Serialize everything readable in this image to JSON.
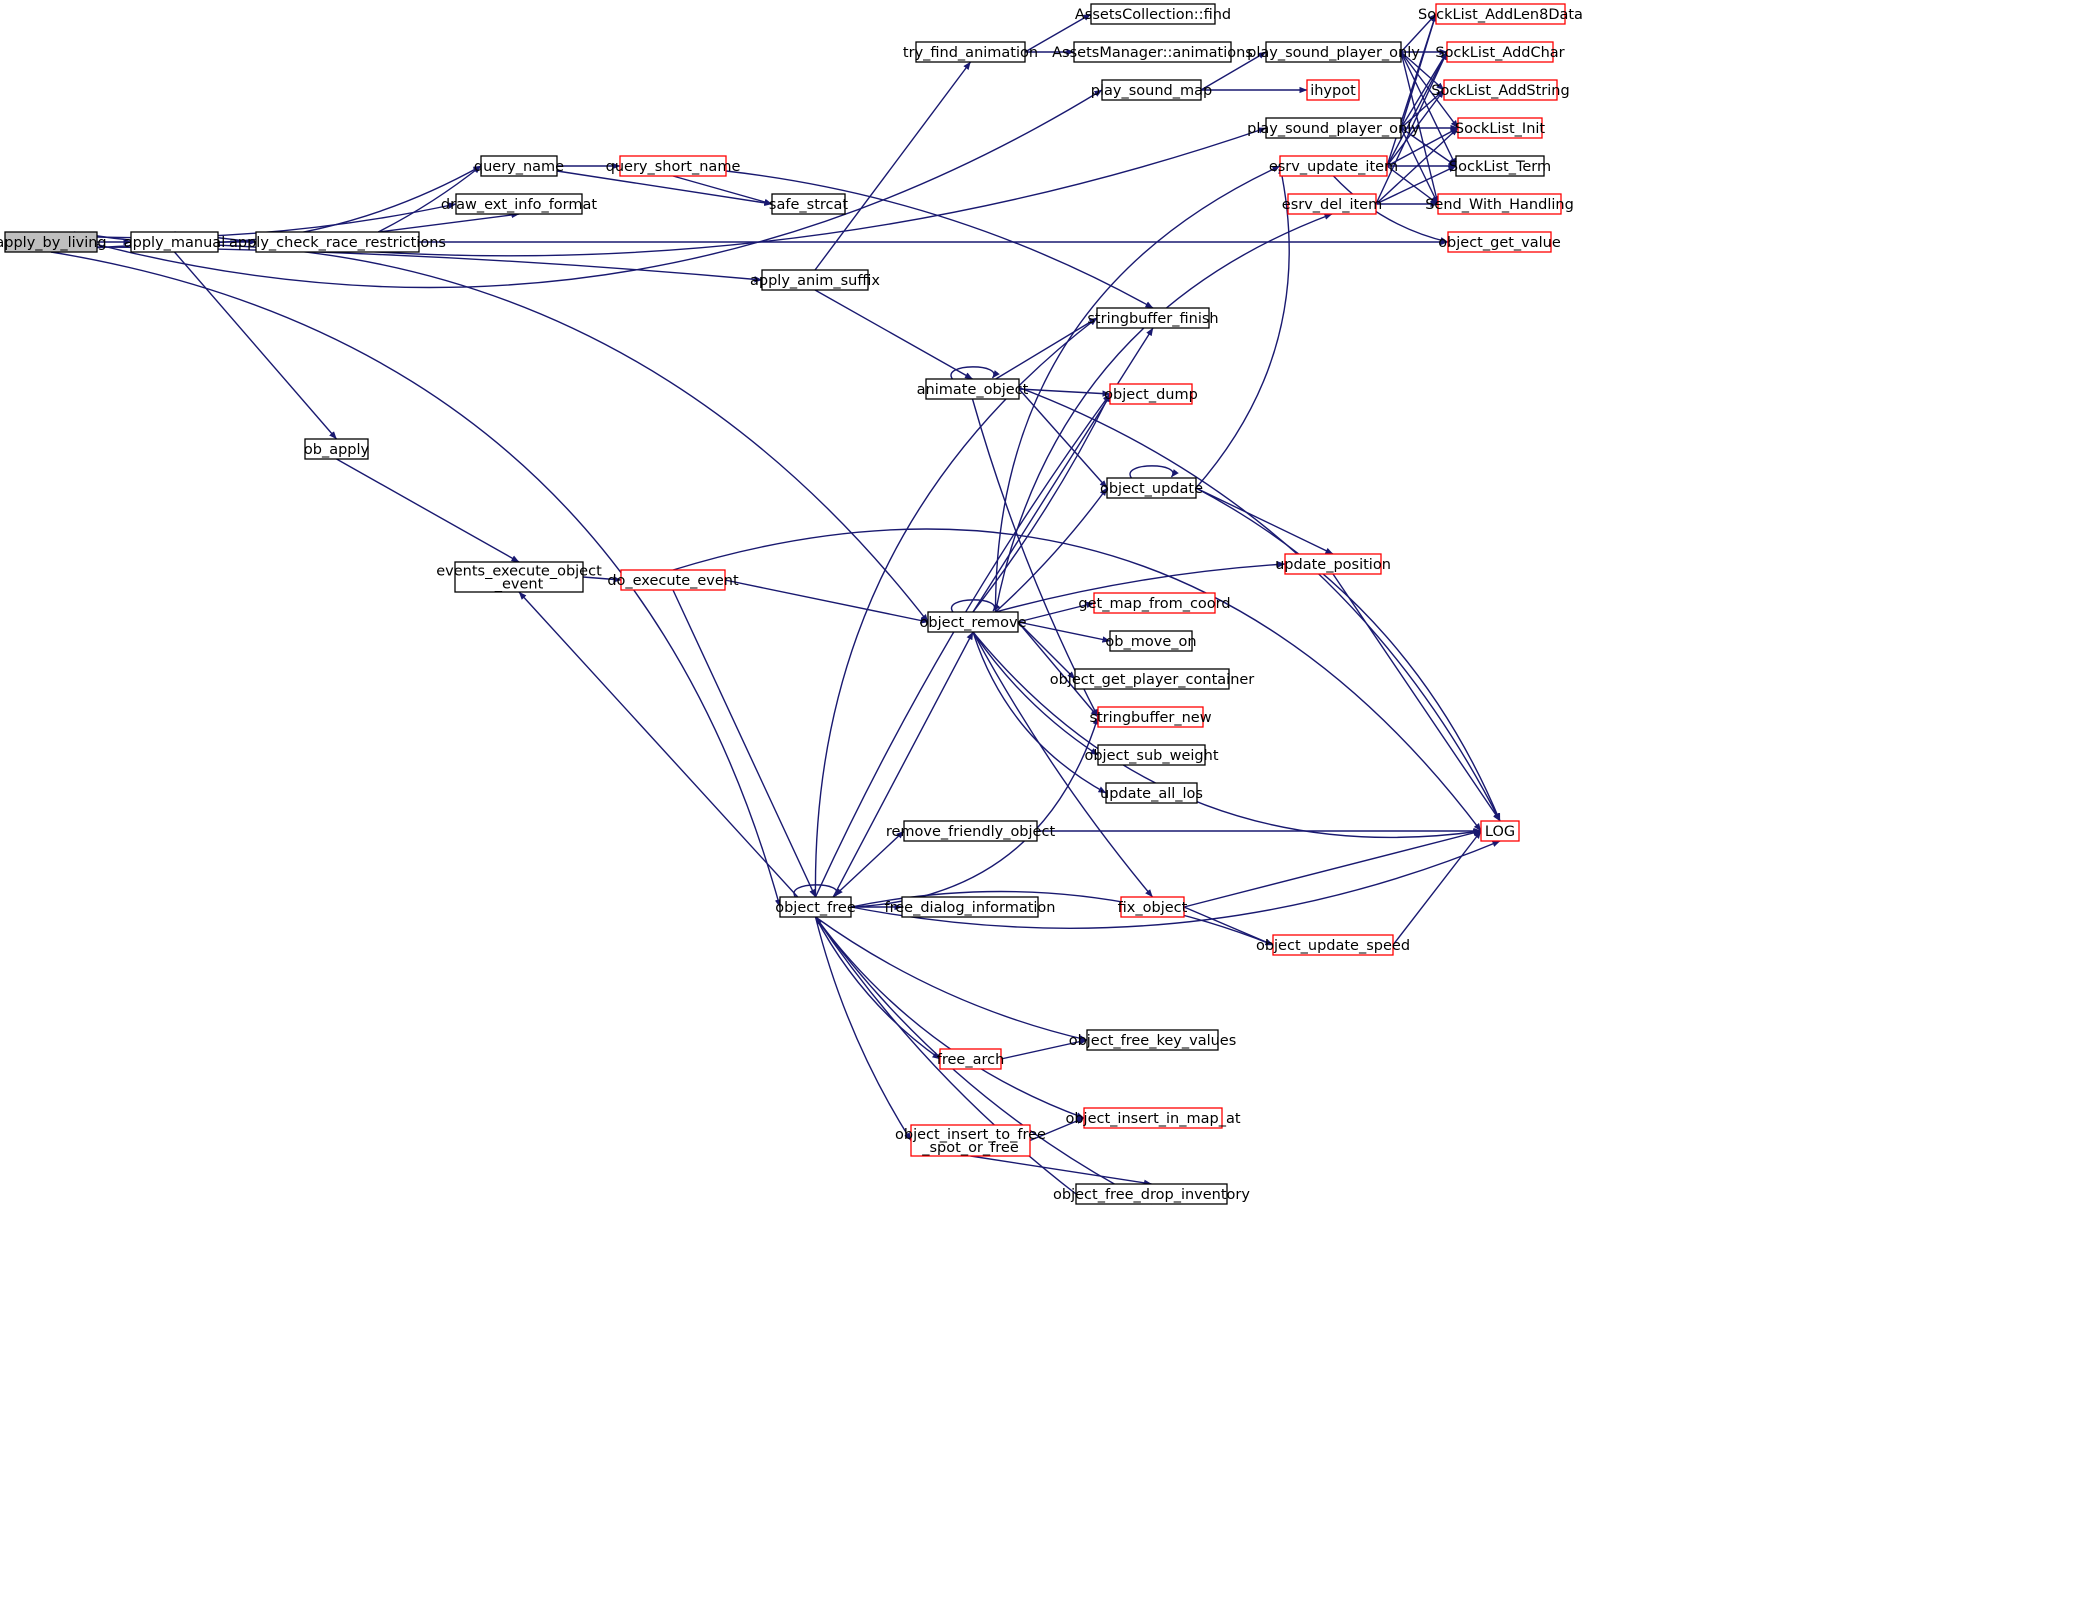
{
  "colors": {
    "edge": "#191970",
    "node_border_default": "#000000",
    "node_border_truncated": "#ff0000",
    "node_fill_root": "#bfbfbf",
    "node_fill": "#ffffff"
  },
  "nodes": [
    {
      "id": "apply_by_living",
      "lines": [
        "apply_by_living"
      ],
      "style": "root"
    },
    {
      "id": "apply_manual",
      "lines": [
        "apply_manual"
      ],
      "style": "normal"
    },
    {
      "id": "apply_check_race_restrictions",
      "lines": [
        "apply_check_race_restrictions"
      ],
      "style": "normal"
    },
    {
      "id": "query_name",
      "lines": [
        "query_name"
      ],
      "style": "normal"
    },
    {
      "id": "query_short_name",
      "lines": [
        "query_short_name"
      ],
      "style": "truncated"
    },
    {
      "id": "safe_strcat",
      "lines": [
        "safe_strcat"
      ],
      "style": "normal"
    },
    {
      "id": "draw_ext_info_format",
      "lines": [
        "draw_ext_info_format"
      ],
      "style": "normal"
    },
    {
      "id": "ob_apply",
      "lines": [
        "ob_apply"
      ],
      "style": "normal"
    },
    {
      "id": "events_execute_object_event",
      "lines": [
        "events_execute_object",
        "_event"
      ],
      "style": "normal"
    },
    {
      "id": "do_execute_event",
      "lines": [
        "do_execute_event"
      ],
      "style": "truncated"
    },
    {
      "id": "try_find_animation",
      "lines": [
        "try_find_animation"
      ],
      "style": "normal"
    },
    {
      "id": "AssetsCollection_find",
      "lines": [
        "AssetsCollection::find"
      ],
      "style": "normal"
    },
    {
      "id": "AssetsManager_animations",
      "lines": [
        "AssetsManager::animations"
      ],
      "style": "normal"
    },
    {
      "id": "play_sound_map",
      "lines": [
        "play_sound_map"
      ],
      "style": "normal"
    },
    {
      "id": "play_sound_player_only_1",
      "lines": [
        "play_sound_player_only"
      ],
      "style": "normal"
    },
    {
      "id": "play_sound_player_only_2",
      "lines": [
        "play_sound_player_only"
      ],
      "style": "normal"
    },
    {
      "id": "ihypot",
      "lines": [
        "ihypot"
      ],
      "style": "truncated"
    },
    {
      "id": "SockList_AddLen8Data",
      "lines": [
        "SockList_AddLen8Data"
      ],
      "style": "truncated"
    },
    {
      "id": "SockList_AddChar",
      "lines": [
        "SockList_AddChar"
      ],
      "style": "truncated"
    },
    {
      "id": "SockList_AddString",
      "lines": [
        "SockList_AddString"
      ],
      "style": "truncated"
    },
    {
      "id": "SockList_Init",
      "lines": [
        "SockList_Init"
      ],
      "style": "truncated"
    },
    {
      "id": "SockList_Term",
      "lines": [
        "SockList_Term"
      ],
      "style": "normal"
    },
    {
      "id": "Send_With_Handling",
      "lines": [
        "Send_With_Handling"
      ],
      "style": "truncated"
    },
    {
      "id": "object_get_value",
      "lines": [
        "object_get_value"
      ],
      "style": "truncated"
    },
    {
      "id": "esrv_update_item",
      "lines": [
        "esrv_update_item"
      ],
      "style": "truncated"
    },
    {
      "id": "esrv_del_item",
      "lines": [
        "esrv_del_item"
      ],
      "style": "truncated"
    },
    {
      "id": "apply_anim_suffix",
      "lines": [
        "apply_anim_suffix"
      ],
      "style": "normal"
    },
    {
      "id": "stringbuffer_finish",
      "lines": [
        "stringbuffer_finish"
      ],
      "style": "normal"
    },
    {
      "id": "animate_object",
      "lines": [
        "animate_object"
      ],
      "style": "normal"
    },
    {
      "id": "object_dump",
      "lines": [
        "object_dump"
      ],
      "style": "truncated"
    },
    {
      "id": "object_update",
      "lines": [
        "object_update"
      ],
      "style": "normal"
    },
    {
      "id": "update_position",
      "lines": [
        "update_position"
      ],
      "style": "truncated"
    },
    {
      "id": "object_remove",
      "lines": [
        "object_remove"
      ],
      "style": "normal"
    },
    {
      "id": "get_map_from_coord",
      "lines": [
        "get_map_from_coord"
      ],
      "style": "truncated"
    },
    {
      "id": "ob_move_on",
      "lines": [
        "ob_move_on"
      ],
      "style": "normal"
    },
    {
      "id": "object_get_player_container",
      "lines": [
        "object_get_player_container"
      ],
      "style": "normal"
    },
    {
      "id": "stringbuffer_new",
      "lines": [
        "stringbuffer_new"
      ],
      "style": "truncated"
    },
    {
      "id": "object_sub_weight",
      "lines": [
        "object_sub_weight"
      ],
      "style": "normal"
    },
    {
      "id": "update_all_los",
      "lines": [
        "update_all_los"
      ],
      "style": "normal"
    },
    {
      "id": "LOG",
      "lines": [
        "LOG"
      ],
      "style": "truncated"
    },
    {
      "id": "remove_friendly_object",
      "lines": [
        "remove_friendly_object"
      ],
      "style": "normal"
    },
    {
      "id": "object_free",
      "lines": [
        "object_free"
      ],
      "style": "normal"
    },
    {
      "id": "free_dialog_information",
      "lines": [
        "free_dialog_information"
      ],
      "style": "normal"
    },
    {
      "id": "fix_object",
      "lines": [
        "fix_object"
      ],
      "style": "truncated"
    },
    {
      "id": "object_update_speed",
      "lines": [
        "object_update_speed"
      ],
      "style": "truncated"
    },
    {
      "id": "object_free_key_values",
      "lines": [
        "object_free_key_values"
      ],
      "style": "normal"
    },
    {
      "id": "free_arch",
      "lines": [
        "free_arch"
      ],
      "style": "truncated"
    },
    {
      "id": "object_insert_in_map_at",
      "lines": [
        "object_insert_in_map_at"
      ],
      "style": "truncated"
    },
    {
      "id": "object_insert_to_free_spot_or_free",
      "lines": [
        "object_insert_to_free",
        "_spot_or_free"
      ],
      "style": "truncated"
    },
    {
      "id": "object_free_drop_inventory",
      "lines": [
        "object_free_drop_inventory"
      ],
      "style": "normal"
    }
  ],
  "edges": [
    [
      "apply_by_living",
      "apply_manual"
    ],
    [
      "apply_by_living",
      "query_name"
    ],
    [
      "apply_by_living",
      "draw_ext_info_format"
    ],
    [
      "apply_by_living",
      "play_sound_map"
    ],
    [
      "apply_by_living",
      "apply_anim_suffix"
    ],
    [
      "apply_by_living",
      "object_remove"
    ],
    [
      "apply_by_living",
      "object_free"
    ],
    [
      "apply_manual",
      "apply_check_race_restrictions"
    ],
    [
      "apply_manual",
      "ob_apply"
    ],
    [
      "apply_manual",
      "play_sound_player_only_2"
    ],
    [
      "apply_check_race_restrictions",
      "query_name"
    ],
    [
      "apply_check_race_restrictions",
      "draw_ext_info_format"
    ],
    [
      "apply_check_race_restrictions",
      "object_get_value"
    ],
    [
      "query_name",
      "query_short_name"
    ],
    [
      "query_name",
      "safe_strcat"
    ],
    [
      "query_short_name",
      "safe_strcat"
    ],
    [
      "query_short_name",
      "stringbuffer_finish"
    ],
    [
      "ob_apply",
      "events_execute_object_event"
    ],
    [
      "events_execute_object_event",
      "do_execute_event"
    ],
    [
      "do_execute_event",
      "object_remove"
    ],
    [
      "do_execute_event",
      "LOG"
    ],
    [
      "do_execute_event",
      "object_free"
    ],
    [
      "try_find_animation",
      "AssetsCollection_find"
    ],
    [
      "try_find_animation",
      "AssetsManager_animations"
    ],
    [
      "play_sound_map",
      "play_sound_player_only_1"
    ],
    [
      "play_sound_map",
      "ihypot"
    ],
    [
      "play_sound_player_only_1",
      "SockList_AddLen8Data"
    ],
    [
      "play_sound_player_only_1",
      "SockList_AddChar"
    ],
    [
      "play_sound_player_only_1",
      "SockList_AddString"
    ],
    [
      "play_sound_player_only_1",
      "SockList_Init"
    ],
    [
      "play_sound_player_only_1",
      "SockList_Term"
    ],
    [
      "play_sound_player_only_1",
      "Send_With_Handling"
    ],
    [
      "play_sound_player_only_2",
      "SockList_AddLen8Data"
    ],
    [
      "play_sound_player_only_2",
      "SockList_AddChar"
    ],
    [
      "play_sound_player_only_2",
      "SockList_AddString"
    ],
    [
      "play_sound_player_only_2",
      "SockList_Init"
    ],
    [
      "play_sound_player_only_2",
      "SockList_Term"
    ],
    [
      "play_sound_player_only_2",
      "Send_With_Handling"
    ],
    [
      "esrv_update_item",
      "SockList_AddLen8Data"
    ],
    [
      "esrv_update_item",
      "SockList_AddChar"
    ],
    [
      "esrv_update_item",
      "SockList_AddString"
    ],
    [
      "esrv_update_item",
      "SockList_Init"
    ],
    [
      "esrv_update_item",
      "SockList_Term"
    ],
    [
      "esrv_update_item",
      "Send_With_Handling"
    ],
    [
      "esrv_update_item",
      "object_get_value"
    ],
    [
      "esrv_del_item",
      "SockList_AddChar"
    ],
    [
      "esrv_del_item",
      "SockList_Init"
    ],
    [
      "esrv_del_item",
      "SockList_Term"
    ],
    [
      "esrv_del_item",
      "Send_With_Handling"
    ],
    [
      "apply_anim_suffix",
      "try_find_animation"
    ],
    [
      "apply_anim_suffix",
      "animate_object"
    ],
    [
      "animate_object",
      "animate_object"
    ],
    [
      "animate_object",
      "stringbuffer_finish"
    ],
    [
      "animate_object",
      "object_dump"
    ],
    [
      "animate_object",
      "object_update"
    ],
    [
      "animate_object",
      "stringbuffer_new"
    ],
    [
      "animate_object",
      "LOG"
    ],
    [
      "object_update",
      "object_update"
    ],
    [
      "object_update",
      "esrv_update_item"
    ],
    [
      "object_update",
      "update_position"
    ],
    [
      "object_update",
      "LOG"
    ],
    [
      "update_position",
      "LOG"
    ],
    [
      "object_remove",
      "object_remove"
    ],
    [
      "object_remove",
      "esrv_update_item"
    ],
    [
      "object_remove",
      "esrv_del_item"
    ],
    [
      "object_remove",
      "stringbuffer_finish"
    ],
    [
      "object_remove",
      "object_dump"
    ],
    [
      "object_remove",
      "object_update"
    ],
    [
      "object_remove",
      "update_position"
    ],
    [
      "object_remove",
      "get_map_from_coord"
    ],
    [
      "object_remove",
      "ob_move_on"
    ],
    [
      "object_remove",
      "object_get_player_container"
    ],
    [
      "object_remove",
      "stringbuffer_new"
    ],
    [
      "object_remove",
      "object_sub_weight"
    ],
    [
      "object_remove",
      "update_all_los"
    ],
    [
      "object_remove",
      "LOG"
    ],
    [
      "object_remove",
      "fix_object"
    ],
    [
      "fix_object",
      "LOG"
    ],
    [
      "fix_object",
      "object_update_speed"
    ],
    [
      "object_update_speed",
      "LOG"
    ],
    [
      "remove_friendly_object",
      "LOG"
    ],
    [
      "object_free",
      "object_free"
    ],
    [
      "object_free",
      "events_execute_object_event"
    ],
    [
      "object_free",
      "object_remove"
    ],
    [
      "object_free",
      "stringbuffer_finish"
    ],
    [
      "object_free",
      "object_dump"
    ],
    [
      "object_free",
      "stringbuffer_new"
    ],
    [
      "object_free",
      "remove_friendly_object"
    ],
    [
      "object_free",
      "free_dialog_information"
    ],
    [
      "object_free",
      "object_update_speed"
    ],
    [
      "object_free",
      "LOG"
    ],
    [
      "object_free",
      "object_free_key_values"
    ],
    [
      "object_free",
      "free_arch"
    ],
    [
      "object_free",
      "object_insert_in_map_at"
    ],
    [
      "object_free",
      "object_insert_to_free_spot_or_free"
    ],
    [
      "object_free",
      "object_free_drop_inventory"
    ],
    [
      "free_arch",
      "object_free_key_values"
    ],
    [
      "object_insert_to_free_spot_or_free",
      "object_insert_in_map_at"
    ],
    [
      "object_insert_to_free_spot_or_free",
      "object_free_drop_inventory"
    ],
    [
      "object_free_drop_inventory",
      "object_free"
    ]
  ]
}
